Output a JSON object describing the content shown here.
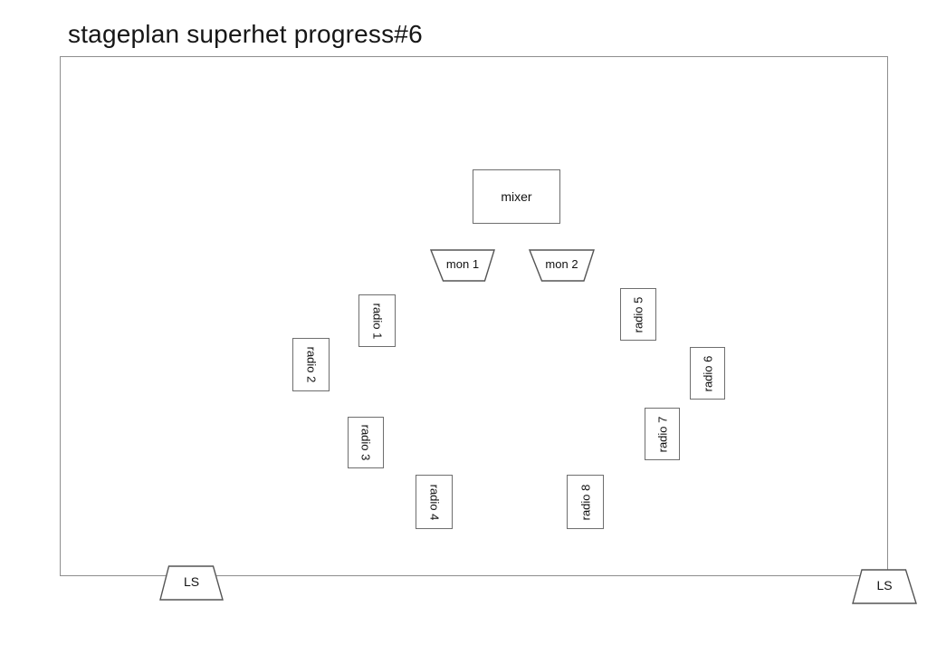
{
  "title": "stageplan superhet progress#6",
  "stage": {
    "mixer": {
      "label": "mixer"
    },
    "monitors": [
      {
        "label": "mon 1"
      },
      {
        "label": "mon 2"
      }
    ],
    "radios": [
      {
        "label": "radio 1"
      },
      {
        "label": "radio 2"
      },
      {
        "label": "radio 3"
      },
      {
        "label": "radio 4"
      },
      {
        "label": "radio 5"
      },
      {
        "label": "radio 6"
      },
      {
        "label": "radio 7"
      },
      {
        "label": "radio 8"
      }
    ],
    "speakers": [
      {
        "label": "LS"
      },
      {
        "label": "LS"
      }
    ]
  },
  "colors": {
    "background": "#ffffff",
    "text": "#111111",
    "box_border": "#6e6e6e",
    "stage_border": "#8e8e8e",
    "trapezoid_stroke": "#555555"
  }
}
